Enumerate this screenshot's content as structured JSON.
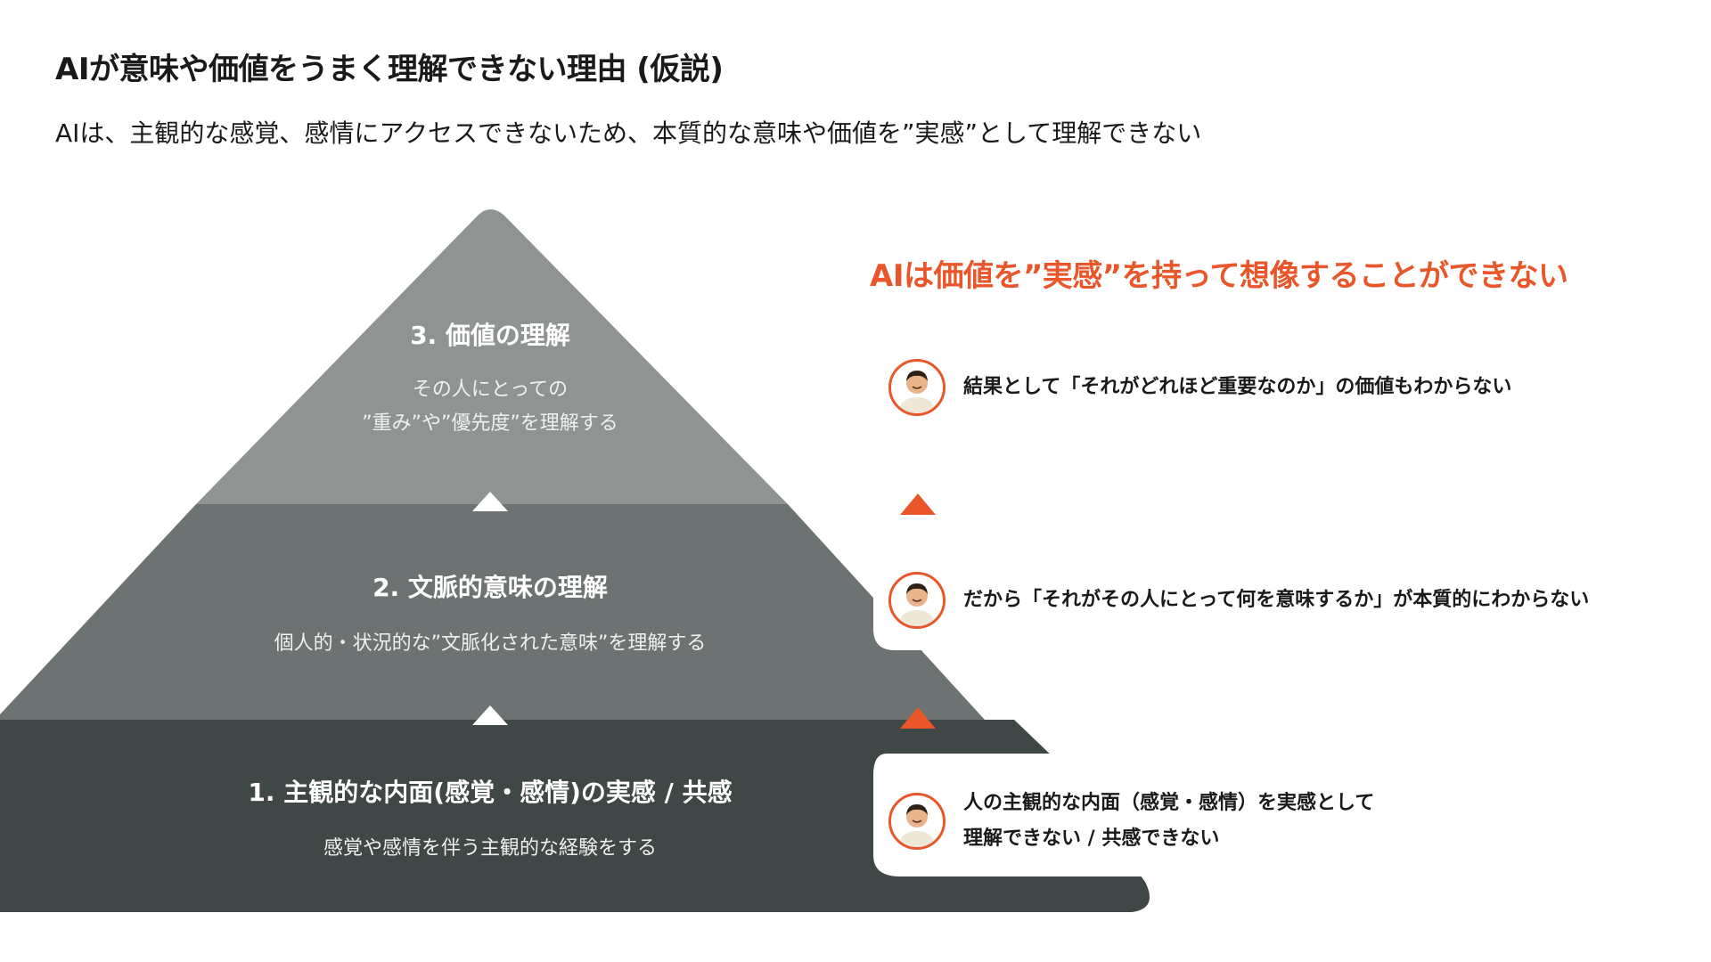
{
  "header": {
    "title": "AIが意味や価値をうまく理解できない理由 (仮説)",
    "subtitle": "AIは、主観的な感覚、感情にアクセスできないため、本質的な意味や価値を”実感”として理解できない"
  },
  "pyramid": {
    "layers": [
      {
        "title": "3. 価値の理解",
        "desc_line1": "その人にとっての",
        "desc_line2": "”重み”や”優先度”を理解する"
      },
      {
        "title": "2. 文脈的意味の理解",
        "desc_line1": "個人的・状況的な”文脈化された意味”を理解する"
      },
      {
        "title": "1. 主観的な内面(感覚・感情)の実感 / 共感",
        "desc_line1": "感覚や感情を伴う主観的な経験をする"
      }
    ],
    "colors": {
      "top": "#8f9493",
      "middle": "#6d7372",
      "bottom": "#3f4747",
      "accent": "#e8562a"
    }
  },
  "right": {
    "headline": "AIは価値を”実感”を持って想像することができない",
    "items": [
      {
        "text": "結果として「それがどれほど重要なのか」の価値もわからない"
      },
      {
        "text": "だから「それがその人にとって何を意味するか」が本質的にわからない"
      },
      {
        "line1": "人の主観的な内面（感覚・感情）を実感として",
        "line2": "理解できない / 共感できない"
      }
    ]
  }
}
